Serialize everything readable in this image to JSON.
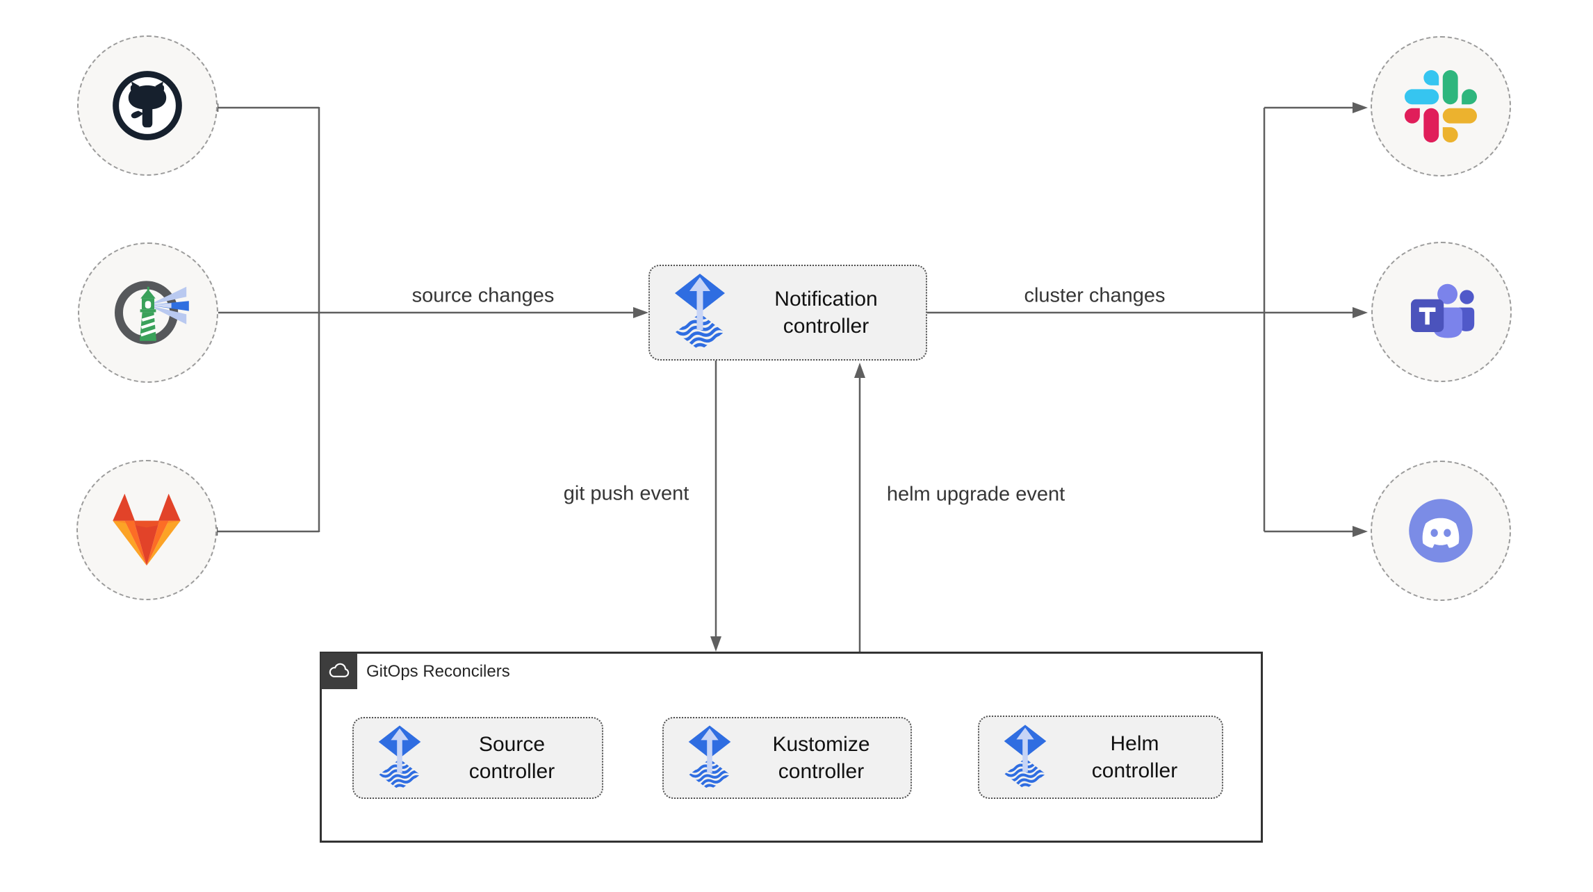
{
  "nodes": {
    "notification": {
      "label": "Notification controller",
      "icon": "flux-icon"
    },
    "source": {
      "label": "Source controller",
      "icon": "flux-icon"
    },
    "kustomize": {
      "label": "Kustomize controller",
      "icon": "flux-icon"
    },
    "helm": {
      "label": "Helm controller",
      "icon": "flux-icon"
    }
  },
  "group": {
    "label": "GitOps Reconcilers",
    "icon": "cloud-icon"
  },
  "edges": {
    "source_changes": {
      "label": "source changes"
    },
    "cluster_changes": {
      "label": "cluster changes"
    },
    "git_push": {
      "label": "git push event"
    },
    "helm_upgrade": {
      "label": "helm upgrade event"
    }
  },
  "providers_left": [
    {
      "name": "github",
      "icon": "github-icon"
    },
    {
      "name": "harbor",
      "icon": "harbor-icon"
    },
    {
      "name": "gitlab",
      "icon": "gitlab-icon"
    }
  ],
  "providers_right": [
    {
      "name": "slack",
      "icon": "slack-icon"
    },
    {
      "name": "teams",
      "icon": "microsoft-teams-icon"
    },
    {
      "name": "discord",
      "icon": "discord-icon"
    }
  ],
  "colors": {
    "flux_blue": "#2f6de1",
    "flux_light_arrow": "#c7d4f6",
    "line_gray": "#5f5f5f",
    "circle_border": "#9b9b9b",
    "circle_fill": "#f8f7f5",
    "node_fill": "#f1f1f1",
    "group_border": "#333333",
    "badge_bg": "#3d3d3d",
    "slack_blue": "#36c5f0",
    "slack_green": "#2eb67d",
    "slack_pink": "#e01e5a",
    "slack_yellow": "#ecb22e",
    "gitlab_red": "#e24329",
    "gitlab_orange": "#fc6d26",
    "gitlab_yellow": "#fca326",
    "teams_purple": "#4b53bc",
    "teams_light": "#7b83eb",
    "teams_mid": "#5059c9",
    "discord_blurple": "#7b8ce6",
    "harbor_green": "#3aa15a",
    "github_dark": "#16202d"
  }
}
